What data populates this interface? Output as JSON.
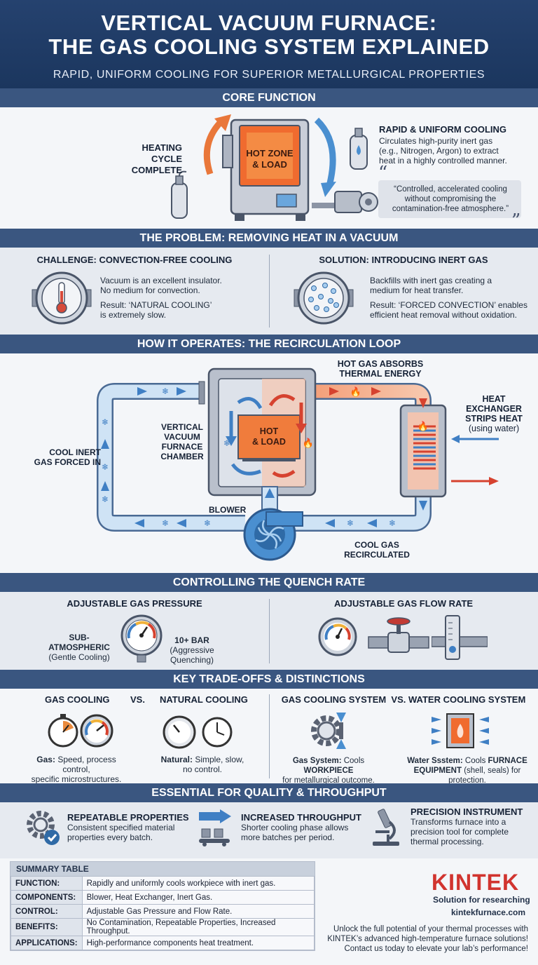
{
  "header": {
    "title_line1": "VERTICAL VACUUM FURNACE:",
    "title_line2": "THE GAS COOLING SYSTEM EXPLAINED",
    "subtitle": "RAPID, UNIFORM COOLING FOR SUPERIOR METALLURGICAL PROPERTIES"
  },
  "core": {
    "bar": "CORE FUNCTION",
    "heating_line1": "HEATING CYCLE",
    "heating_line2": "COMPLETE",
    "hot_zone_line1": "HOT ZONE",
    "hot_zone_line2": "& LOAD",
    "rapid_title": "RAPID & UNIFORM COOLING",
    "rapid_l1": "Circulates high-purity inert gas",
    "rapid_l2": "(e.g., Nitrogen, Argon) to extract",
    "rapid_l3": "heat in a highly controlled manner.",
    "quote_l1": "“Controlled, accelerated cooling",
    "quote_l2": "without compromising the",
    "quote_l3": "contamination-free atmosphere.”"
  },
  "problem": {
    "bar": "THE PROBLEM: REMOVING HEAT IN A VACUUM",
    "challenge_title": "CHALLENGE: CONVECTION-FREE COOLING",
    "challenge_l1": "Vacuum is an excellent insulator.",
    "challenge_l2": "No medium for convection.",
    "challenge_r1": "Result: ‘NATURAL COOLING’",
    "challenge_r2": "is extremely slow.",
    "solution_title": "SOLUTION: INTRODUCING INERT GAS",
    "solution_l1": "Backfills with inert gas creating a",
    "solution_l2": "medium for heat transfer.",
    "solution_r1": "Result: ‘FORCED CONVECTION’ enables",
    "solution_r2": "efficient heat removal without oxidation."
  },
  "loop": {
    "bar": "HOW IT OPERATES: THE RECIRCULATION LOOP",
    "hot_gas_l1": "HOT GAS ABSORBS",
    "hot_gas_l2": "THERMAL ENERGY",
    "hx_l1": "HEAT",
    "hx_l2": "EXCHANGER",
    "hx_l3": "STRIPS HEAT",
    "hx_l4": "(using water)",
    "chamber_l1": "VERTICAL",
    "chamber_l2": "VACUUM",
    "chamber_l3": "FURNACE",
    "chamber_l4": "CHAMBER",
    "cool_in_l1": "COOL INERT",
    "cool_in_l2": "GAS FORCED IN",
    "hot_load_l1": "HOT",
    "hot_load_l2": "& LOAD",
    "blower": "BLOWER",
    "recirc_l1": "COOL GAS",
    "recirc_l2": "RECIRCULATED"
  },
  "quench": {
    "bar": "CONTROLLING THE QUENCH RATE",
    "pressure_title": "ADJUSTABLE GAS PRESSURE",
    "sub_l1": "SUB-",
    "sub_l2": "ATMOSPHERIC",
    "sub_l3": "(Gentle Cooling)",
    "bar10_l1": "10+ BAR",
    "bar10_l2": "(Aggressive",
    "bar10_l3": "Quenching)",
    "flow_title": "ADJUSTABLE GAS FLOW RATE"
  },
  "tradeoffs": {
    "bar": "KEY TRADE-OFFS & DISTINCTIONS",
    "gas_cooling": "GAS COOLING",
    "vs": "VS.",
    "natural_cooling": "NATURAL COOLING",
    "gas_desc_b": "Gas:",
    "gas_desc_1": " Speed, process control,",
    "gas_desc_2": "specific microstructures.",
    "nat_desc_b": "Natural:",
    "nat_desc_1": " Simple, slow,",
    "nat_desc_2": "no control.",
    "right_title": "GAS COOLING SYSTEM  VS. WATER COOLING SYSTEM",
    "gs_b": "Gas System:",
    "gs_1": " Cools ",
    "gs_bold": "WORKPIECE",
    "gs_2": "for metallurgical outcome.",
    "ws_b": "Water Ssstem:",
    "ws_1": " Cools ",
    "ws_bold1": "FURNACE",
    "ws_bold2": "EQUIPMENT",
    "ws_2": " (shell, seals) for",
    "ws_3": "protection."
  },
  "essential": {
    "bar": "ESSENTIAL FOR QUALITY & THROUGHPUT",
    "rep_title": "REPEATABLE PROPERTIES",
    "rep_l1": "Consistent specified material",
    "rep_l2": "properties every batch.",
    "thr_title": "INCREASED THROUGHPUT",
    "thr_l1": "Shorter cooling phase allows",
    "thr_l2": "more batches per period.",
    "pre_title": "PRECISION INSTRUMENT",
    "pre_l1": "Transforms furnace into a",
    "pre_l2": "precision tool for complete",
    "pre_l3": "thermal processing."
  },
  "summary": {
    "title": "SUMMARY TABLE",
    "rows": [
      {
        "k": "FUNCTION:",
        "v": "Rapidly and uniformly cools workpiece with inert gas."
      },
      {
        "k": "COMPONENTS:",
        "v": "Blower, Heat Exchanger, Inert Gas."
      },
      {
        "k": "CONTROL:",
        "v": "Adjustable Gas Pressure and Flow Rate."
      },
      {
        "k": "BENEFITS:",
        "v": "No Contamination, Repeatable Properties, Increased Throughput."
      },
      {
        "k": "APPLICATIONS:",
        "v": "High-performance components heat treatment."
      }
    ]
  },
  "brand": {
    "logo": "KINTEK",
    "tagline": "Solution for researching",
    "url": "kintekfurnace.com",
    "cta_l1": "Unlock the full potential of your thermal processes with",
    "cta_l2": "KINTEK’s advanced high-temperature furnace solutions!",
    "cta_l3": "Contact us today to elevate your lab’s performance!"
  },
  "colors": {
    "navy": "#1b365e",
    "bar": "#3a5680",
    "hot": "#e8552a",
    "cool": "#4a8fd0",
    "brand_red": "#d1342f"
  }
}
